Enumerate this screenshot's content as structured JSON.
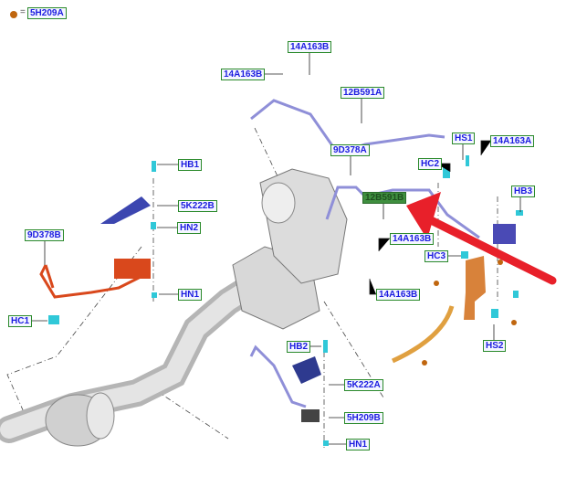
{
  "legend": {
    "symbol": "=",
    "part": "5H209A",
    "dot_color": "#c0660f"
  },
  "callouts": {
    "top_14a163b_a": "14A163B",
    "top_14a163b_b": "14A163B",
    "pipe_12b591a": "12B591A",
    "sensor_9d378a": "9D378A",
    "hs1": "HS1",
    "bracket_14a163a": "14A163A",
    "hc2": "HC2",
    "hb3": "HB3",
    "pipe_12b591b": "12B591B",
    "clip_14a163b_mid": "14A163B",
    "hc3": "HC3",
    "clip_14a163b_low": "14A163B",
    "hs2": "HS2",
    "hb1": "HB1",
    "bracket_5k222b": "5K222B",
    "hn2": "HN2",
    "sensor_9d378b": "9D378B",
    "hn1_left": "HN1",
    "hc1": "HC1",
    "hb2": "HB2",
    "bracket_5k222a": "5K222A",
    "sensor_5h209b": "5H209B",
    "hn1_bottom": "HN1"
  },
  "colors": {
    "label_text": "#1c1ce0",
    "label_border": "#2b8a2b",
    "highlight_arrow": "#e8202a",
    "pipe": "#8f8fd8",
    "orange_part": "#d8823a",
    "red_sensor": "#d9481c"
  }
}
